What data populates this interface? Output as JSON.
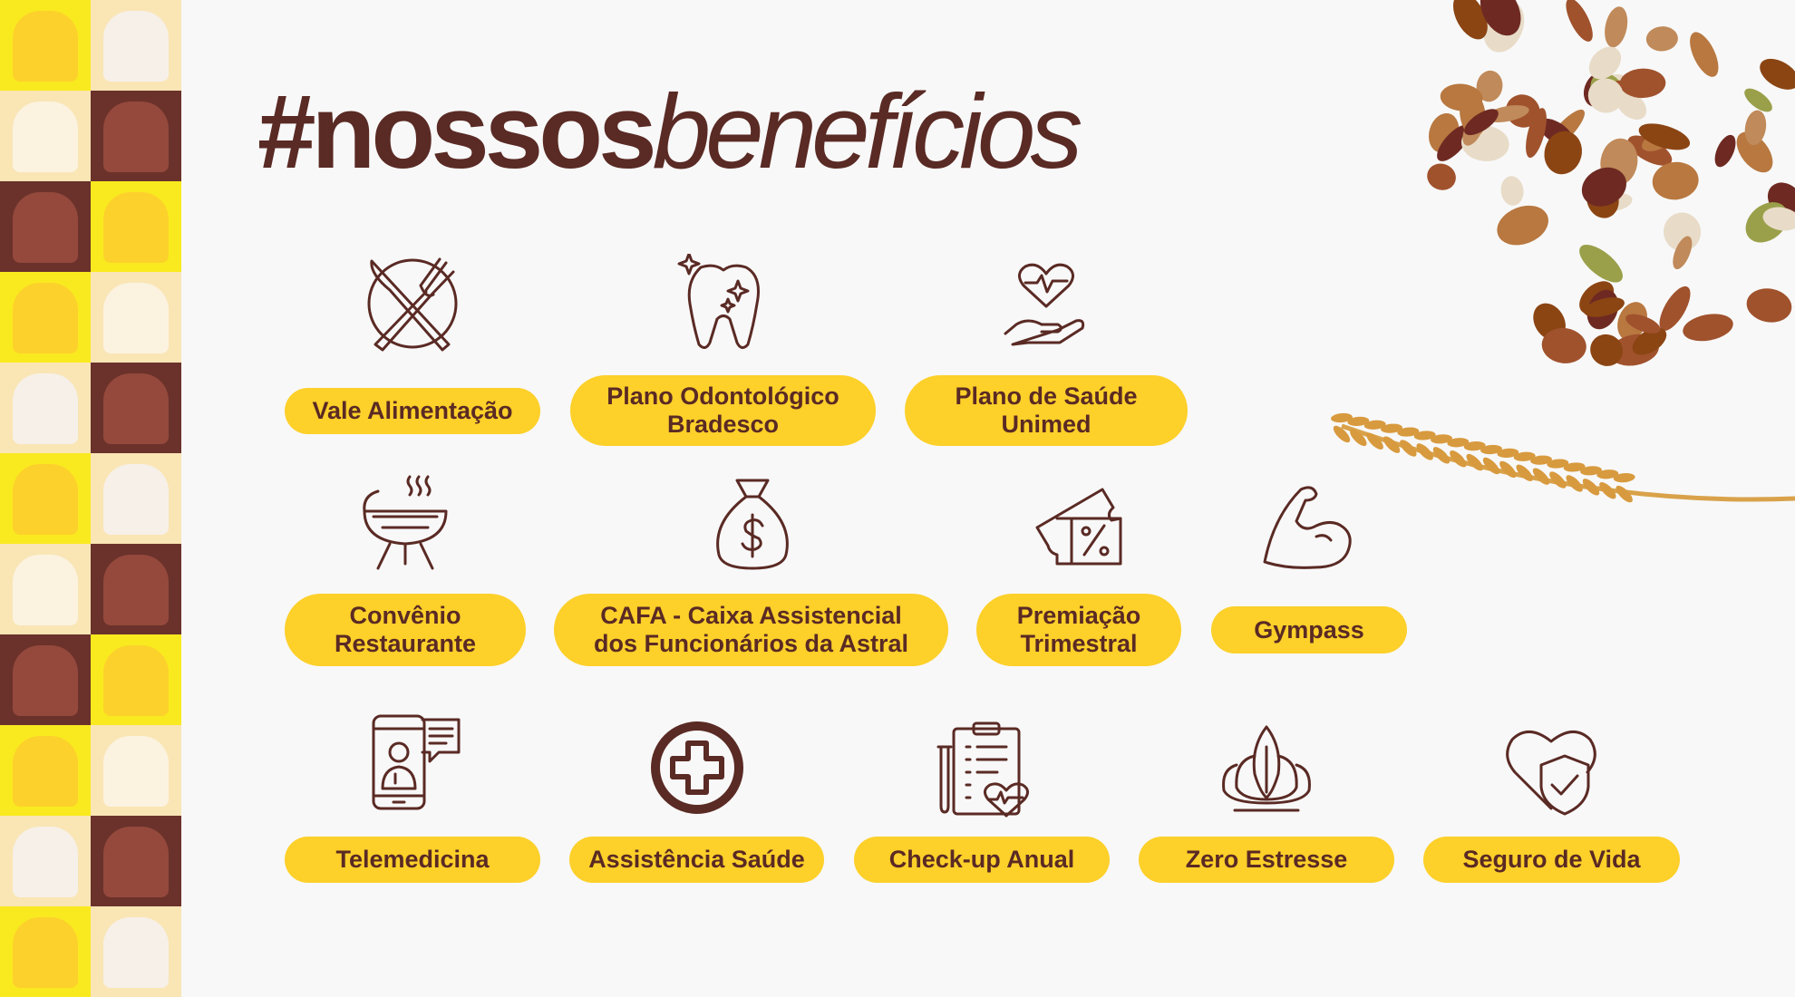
{
  "title": {
    "bold": "#nossos",
    "light": "benefícios"
  },
  "benefits": [
    {
      "label": "Vale Alimentação",
      "icon": "plate-cutlery-icon"
    },
    {
      "label": "Plano Odontológico\nBradesco",
      "icon": "tooth-icon"
    },
    {
      "label": "Plano de Saúde\nUnimed",
      "icon": "heart-hand-icon"
    },
    {
      "label": "Convênio\nRestaurante",
      "icon": "grill-icon"
    },
    {
      "label": "CAFA - Caixa Assistencial\ndos Funcionários da Astral",
      "icon": "money-bag-icon"
    },
    {
      "label": "Premiação\nTrimestral",
      "icon": "discount-ticket-icon"
    },
    {
      "label": "Gympass",
      "icon": "muscle-arm-icon"
    },
    {
      "label": "Telemedicina",
      "icon": "phone-doctor-icon"
    },
    {
      "label": "Assistência Saúde",
      "icon": "medical-cross-icon"
    },
    {
      "label": "Check-up Anual",
      "icon": "clipboard-heart-icon"
    },
    {
      "label": "Zero Estresse",
      "icon": "lotus-icon"
    },
    {
      "label": "Seguro de Vida",
      "icon": "heart-shield-icon"
    }
  ],
  "colors": {
    "brown": "#5a2a24",
    "yellow": "#fdd02a",
    "background": "#f8f8f8"
  }
}
